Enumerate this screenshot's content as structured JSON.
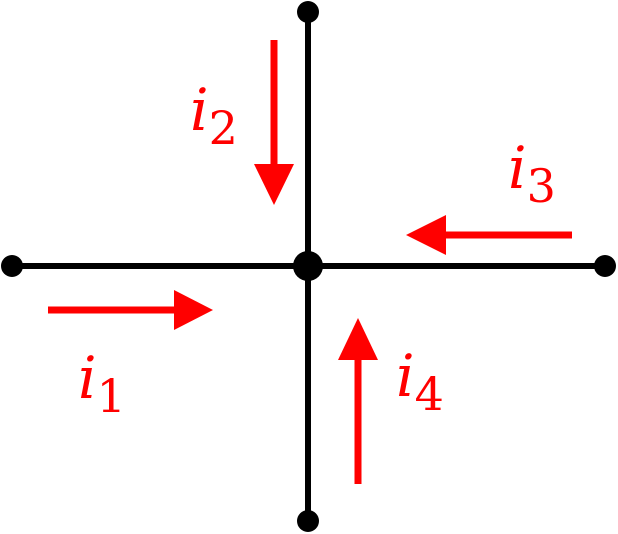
{
  "diagram": {
    "accent_color": "#ff0000",
    "wire_color": "#000000",
    "currents": [
      {
        "symbol": "i",
        "subscript": "1",
        "direction": "toward-node-from-left"
      },
      {
        "symbol": "i",
        "subscript": "2",
        "direction": "toward-node-from-top"
      },
      {
        "symbol": "i",
        "subscript": "3",
        "direction": "toward-node-from-right"
      },
      {
        "symbol": "i",
        "subscript": "4",
        "direction": "toward-node-from-bottom"
      }
    ]
  }
}
